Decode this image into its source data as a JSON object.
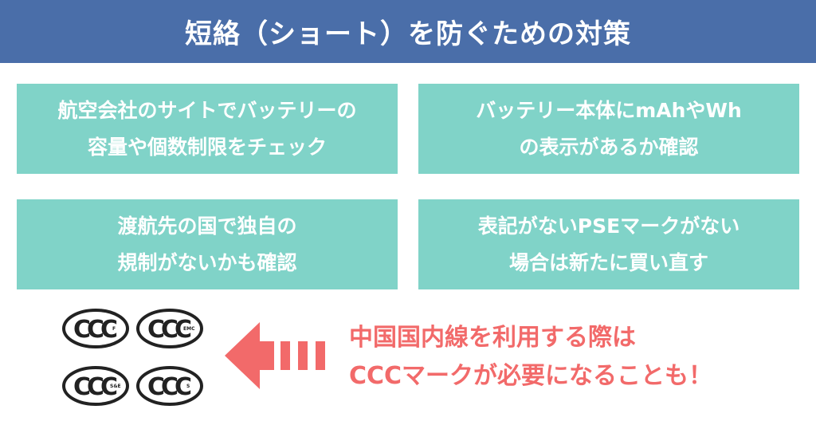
{
  "header": {
    "title": "短絡（ショート）を防ぐための対策"
  },
  "cards": [
    {
      "lines": [
        "航空会社のサイトでバッテリーの",
        "容量や個数制限をチェック"
      ]
    },
    {
      "lines": [
        "バッテリー本体にmAhやWh",
        "の表示があるか確認"
      ]
    },
    {
      "lines": [
        "渡航先の国で独自の",
        "規制がないかも確認"
      ]
    },
    {
      "lines": [
        "表記がないPSEマークがない",
        "場合は新たに買い直す"
      ]
    }
  ],
  "ccc_marks": [
    {
      "main": "CCC",
      "suffix": "F"
    },
    {
      "main": "CCC",
      "suffix": "EMC"
    },
    {
      "main": "CCC",
      "suffix": "S&E"
    },
    {
      "main": "CCC",
      "suffix": "S"
    }
  ],
  "notice": {
    "lines": [
      "中国国内線を利用する際は",
      "CCCマークが必要になることも！"
    ]
  },
  "colors": {
    "header": "#4a6ea9",
    "card": "#80d3c8",
    "accent": "#f26a6a"
  }
}
